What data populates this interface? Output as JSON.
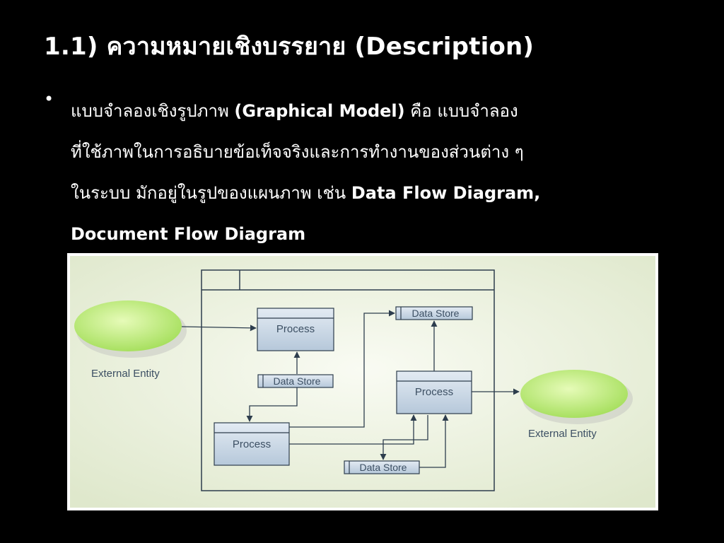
{
  "slide": {
    "title": "1.1) ความหมายเชิงบรรยาย (Description)",
    "bullet_marker": "•",
    "bullet": {
      "line1_th": "แบบจำลองเชิงรูปภาพ ",
      "line1_en": "(Graphical Model)",
      "line1_th2": " คือ แบบจำลอง",
      "line2": "ที่ใช้ภาพในการอธิบายข้อเท็จจริงและการทำงานของส่วนต่าง ๆ",
      "line3_th": "ในระบบ มักอยู่ในรูปของแผนภาพ เช่น ",
      "line3_en": "Data Flow Diagram,",
      "line4_en": "Document Flow Diagram"
    }
  },
  "diagram": {
    "external_entity_left": "External Entity",
    "external_entity_right": "External Entity",
    "process_top": "Process",
    "process_bottom": "Process",
    "process_right": "Process",
    "data_store_top": "Data Store",
    "data_store_middle": "Data Store",
    "data_store_bottom": "Data Store",
    "colors": {
      "entity_fill": "#c8f08a",
      "process_fill": "#c6d4e2",
      "frame_stroke": "#2d3d4d",
      "background": "#eef3e2"
    }
  }
}
